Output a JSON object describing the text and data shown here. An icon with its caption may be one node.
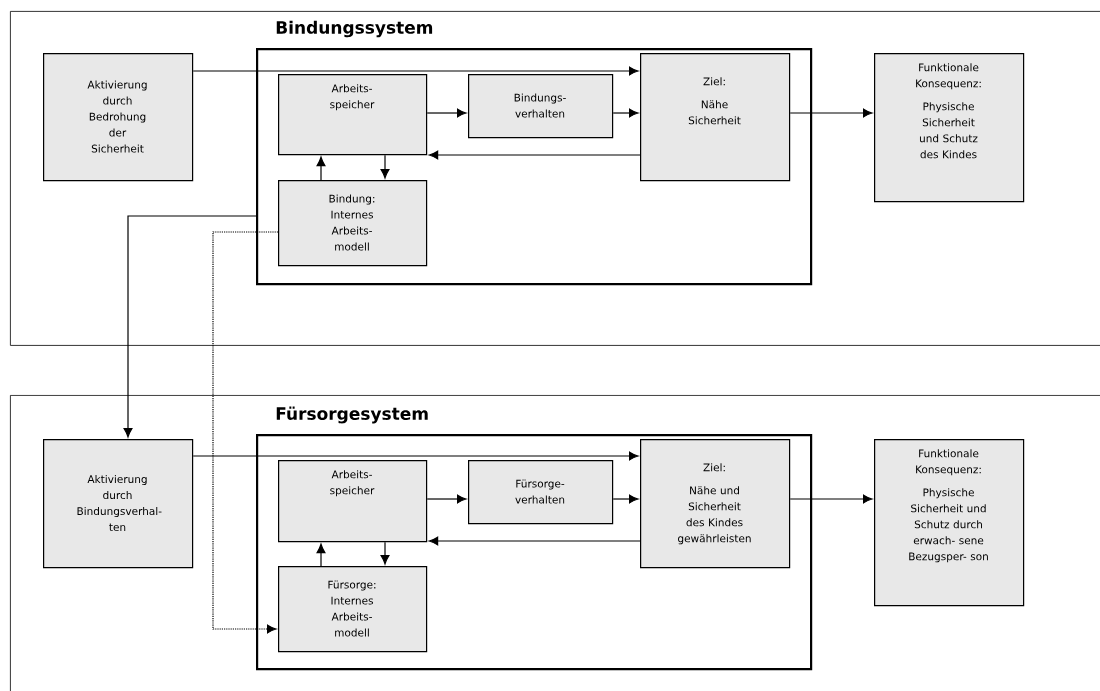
{
  "diagram": {
    "nodes": [
      {
        "text": [],
        "shape": "box"
      },
      {
        "text": [
          "Aktivierung durch Bedrohung der Sicherheit"
        ],
        "in": 0
      },
      {
        "text": [
          "Bindungssystem"
        ],
        "in": 0
      },
      {
        "text": [
          "Arbeits- speicher"
        ],
        "in": 2
      },
      {
        "text": [
          "Bindungs- verhalten"
        ],
        "in": 2
      },
      {
        "text": [
          "Ziel:",
          "Nähe Sicherheit"
        ],
        "in": 2
      },
      {
        "text": [
          "Bindung: Internes Arbeits- modell"
        ],
        "in": 2
      },
      {
        "text": [
          "Funktionale Konsequenz:",
          "Physische Sicherheit und Schutz des Kindes"
        ],
        "in": 0
      },
      {
        "text": [],
        "shape": "box"
      },
      {
        "text": [
          "Aktivierung durch Bindungsverhal- ten"
        ],
        "in": 8
      },
      {
        "text": [
          "Fürsorgesystem"
        ],
        "in": 8
      },
      {
        "text": [
          "Arbeits- speicher"
        ],
        "in": 10
      },
      {
        "text": [
          "Fürsorge- verhalten"
        ],
        "in": 10
      },
      {
        "text": [
          "Ziel:",
          "Nähe und Sicherheit des Kindes gewährleisten"
        ],
        "in": 10
      },
      {
        "text": [
          "Fürsorge: Internes Arbeits- modell"
        ],
        "in": 10
      },
      {
        "text": [
          "Funktionale Konsequenz:",
          "Physische Sicherheit und Schutz durch erwach- sene Bezugsper- son"
        ],
        "in": 8
      }
    ],
    "edges": [
      {
        "from": 1,
        "to": 5,
        "arrow": "to"
      },
      {
        "from": 3,
        "to": 4,
        "arrow": "to"
      },
      {
        "from": 4,
        "to": 5,
        "arrow": "to"
      },
      {
        "from": 5,
        "to": 3,
        "arrow": "to"
      },
      {
        "from": 6,
        "to": 3,
        "arrow": "to"
      },
      {
        "from": 3,
        "to": 6,
        "arrow": "to"
      },
      {
        "from": 5,
        "to": 7,
        "arrow": "to"
      },
      {
        "from": 2,
        "to": 9,
        "arrow": "to"
      },
      {
        "from": 6,
        "to": 14,
        "arrow": "to",
        "style": "dashed"
      },
      {
        "from": 9,
        "to": 13,
        "arrow": "to"
      },
      {
        "from": 11,
        "to": 12,
        "arrow": "to"
      },
      {
        "from": 12,
        "to": 13,
        "arrow": "to"
      },
      {
        "from": 13,
        "to": 11,
        "arrow": "to"
      },
      {
        "from": 14,
        "to": 11,
        "arrow": "to"
      },
      {
        "from": 11,
        "to": 14,
        "arrow": "to"
      },
      {
        "from": 13,
        "to": 15,
        "arrow": "to"
      }
    ]
  }
}
